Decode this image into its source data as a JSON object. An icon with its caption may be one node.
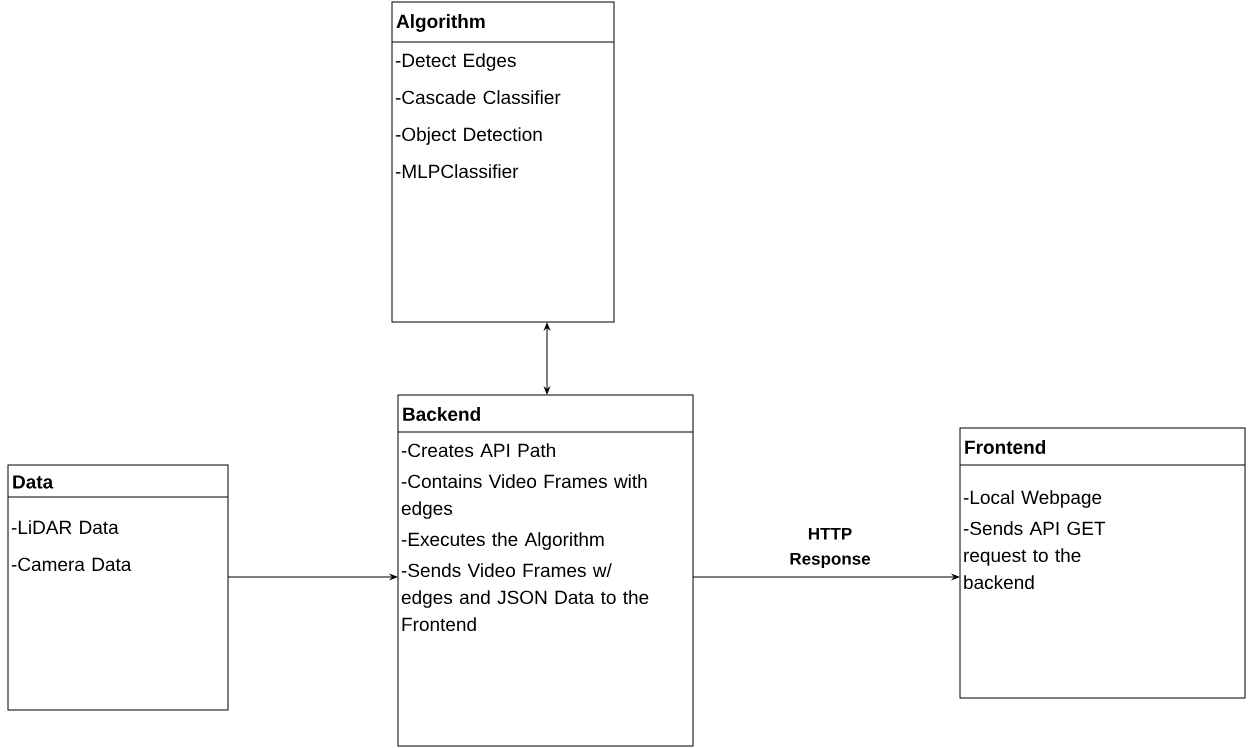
{
  "diagram": {
    "nodes": [
      {
        "text": [
          "Algorithm",
          "-Detect Edges",
          "-Cascade Classifier",
          "-Object Detection",
          "-MLPClassifier"
        ]
      },
      {
        "text": [
          "Data",
          "-LiDAR Data",
          "-Camera Data"
        ]
      },
      {
        "text": [
          "Backend",
          "-Creates API Path",
          "-Contains Video Frames with edges",
          "-Executes the Algorithm",
          "-Sends Video Frames w/ edges and JSON Data to the Frontend"
        ]
      },
      {
        "text": [
          "Frontend",
          "-Local Webpage",
          "-Sends API GET request to the backend"
        ]
      }
    ],
    "edges": [
      {
        "from": 0,
        "to": 2,
        "arrow": "both"
      },
      {
        "from": 1,
        "to": 2,
        "arrow": "to"
      },
      {
        "from": 2,
        "to": 3,
        "arrow": "to",
        "label": "HTTP Response"
      }
    ]
  }
}
